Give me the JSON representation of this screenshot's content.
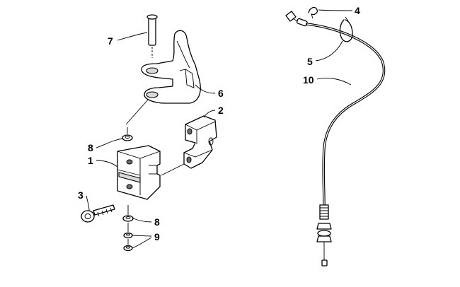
{
  "callouts": [
    {
      "id": "c7",
      "label": "7"
    },
    {
      "id": "c6",
      "label": "6"
    },
    {
      "id": "c2",
      "label": "2"
    },
    {
      "id": "c8a",
      "label": "8"
    },
    {
      "id": "c1",
      "label": "1"
    },
    {
      "id": "c3",
      "label": "3"
    },
    {
      "id": "c8b",
      "label": "8"
    },
    {
      "id": "c9",
      "label": "9"
    },
    {
      "id": "c4",
      "label": "4"
    },
    {
      "id": "c5",
      "label": "5"
    },
    {
      "id": "c10",
      "label": "10"
    }
  ]
}
